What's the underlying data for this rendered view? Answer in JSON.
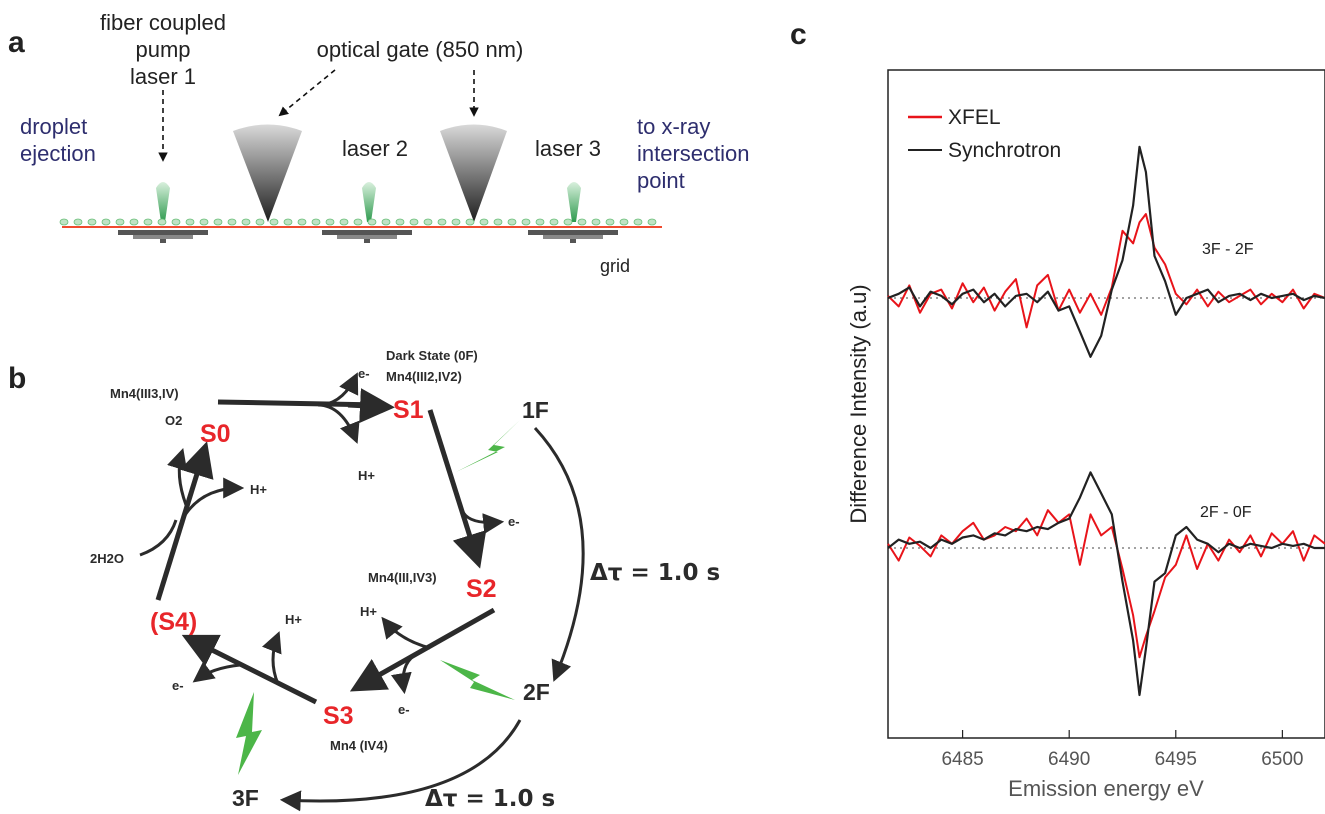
{
  "panels": {
    "a": "a",
    "b": "b",
    "c": "c"
  },
  "panel_a": {
    "pump_line1": "fiber coupled",
    "pump_line2": "pump",
    "pump_line3": "laser 1",
    "gate": "optical gate (850 nm)",
    "ejection_line1": "droplet",
    "ejection_line2": "ejection",
    "laser2": "laser 2",
    "laser3": "laser 3",
    "xray_line1": "to x-ray",
    "xray_line2": "intersection",
    "xray_line3": "point",
    "grid": "grid",
    "colors": {
      "label_blue": "#2e2e6e",
      "beam": "#f04a2e",
      "laser_green": "#3fae5a",
      "cone": "#3a3a3a"
    }
  },
  "panel_b": {
    "s0": "S0",
    "s1": "S1",
    "s2": "S2",
    "s3": "S3",
    "s4": "(S4)",
    "f1": "1F",
    "f2": "2F",
    "f3": "3F",
    "dt1": "Δτ = 1.0 s",
    "dt2": "Δτ = 1.0 s",
    "dark_state": "Dark State (0F)",
    "mn_s0": "Mn4(III3,IV)",
    "mn_s1": "Mn4(III2,IV2)",
    "mn_s2": "Mn4(III,IV3)",
    "mn_s3": "Mn4 (IV4)",
    "o2": "O2",
    "h2o": "2H2O",
    "h": "H+",
    "e": "e-",
    "colors": {
      "state_red": "#e8262a",
      "arrow": "#2b2b2b",
      "flash_green": "#4cb648"
    }
  },
  "chart_data": {
    "type": "line",
    "title": "",
    "xlabel": "Emission energy eV",
    "ylabel": "Difference Intensity (a.u)",
    "xlim": [
      6481.5,
      6502
    ],
    "xticks": [
      6485,
      6490,
      6495,
      6500
    ],
    "legend_position": "top-left",
    "series": [
      {
        "name": "XFEL",
        "color": "#e8141a"
      },
      {
        "name": "Synchrotron",
        "color": "#222222"
      }
    ],
    "traces": [
      {
        "label": "3F - 2F",
        "baseline": 0,
        "XFEL": {
          "x": [
            6481.5,
            6482,
            6482.5,
            6483,
            6483.5,
            6484,
            6484.5,
            6485,
            6485.5,
            6486,
            6486.5,
            6487,
            6487.5,
            6488,
            6488.5,
            6489,
            6489.5,
            6490,
            6490.5,
            6491,
            6491.5,
            6492,
            6492.5,
            6493,
            6493.3,
            6493.6,
            6494,
            6494.5,
            6495,
            6495.5,
            6496,
            6496.5,
            6497,
            6497.5,
            6498,
            6498.5,
            6499,
            6499.5,
            6500,
            6500.5,
            6501,
            6501.5,
            6502
          ],
          "y": [
            0.05,
            -0.2,
            0.3,
            -0.35,
            0.1,
            0.2,
            -0.25,
            0.35,
            -0.1,
            0.25,
            -0.3,
            0.15,
            0.45,
            -0.7,
            0.3,
            0.55,
            -0.3,
            0.2,
            -0.35,
            0.1,
            -0.4,
            0.25,
            1.6,
            1.3,
            1.8,
            2.0,
            1.2,
            0.8,
            0.1,
            -0.15,
            0.2,
            -0.2,
            0.15,
            -0.1,
            0.05,
            0.2,
            -0.15,
            0.1,
            -0.1,
            0.2,
            -0.25,
            0.1,
            0.0
          ]
        },
        "Synchrotron": {
          "x": [
            6481.5,
            6482,
            6482.5,
            6483,
            6483.5,
            6484,
            6484.5,
            6485,
            6485.5,
            6486,
            6486.5,
            6487,
            6487.5,
            6488,
            6488.5,
            6489,
            6489.5,
            6490,
            6490.5,
            6491,
            6491.5,
            6492,
            6492.5,
            6493,
            6493.3,
            6493.6,
            6494,
            6494.5,
            6495,
            6495.5,
            6496,
            6496.5,
            6497,
            6497.5,
            6498,
            6498.5,
            6499,
            6499.5,
            6500,
            6500.5,
            6501,
            6501.5,
            6502
          ],
          "y": [
            0.0,
            0.1,
            0.25,
            -0.2,
            0.15,
            0.05,
            -0.15,
            0.1,
            0.2,
            -0.1,
            0.1,
            -0.2,
            0.05,
            0.1,
            -0.1,
            0.15,
            -0.3,
            -0.2,
            -0.8,
            -1.4,
            -0.9,
            0.2,
            0.9,
            2.2,
            3.6,
            3.0,
            1.0,
            0.4,
            -0.4,
            0.0,
            0.1,
            0.2,
            -0.1,
            0.05,
            0.1,
            -0.05,
            0.1,
            0.0,
            0.05,
            0.1,
            -0.05,
            0.05,
            0.0
          ]
        }
      },
      {
        "label": "2F - 0F",
        "baseline": 0,
        "XFEL": {
          "x": [
            6481.5,
            6482,
            6482.5,
            6483,
            6483.5,
            6484,
            6484.5,
            6485,
            6485.5,
            6486,
            6486.5,
            6487,
            6487.5,
            6488,
            6488.5,
            6489,
            6489.5,
            6490,
            6490.5,
            6491,
            6491.5,
            6492,
            6492.5,
            6493,
            6493.3,
            6493.6,
            6494,
            6494.5,
            6495,
            6495.5,
            6496,
            6496.5,
            6497,
            6497.5,
            6498,
            6498.5,
            6499,
            6499.5,
            6500,
            6500.5,
            6501,
            6501.5,
            6502
          ],
          "y": [
            0.1,
            -0.3,
            0.25,
            0.05,
            -0.2,
            0.3,
            0.1,
            0.4,
            0.6,
            0.2,
            0.3,
            0.5,
            0.4,
            0.7,
            0.3,
            0.9,
            0.6,
            0.8,
            -0.4,
            0.8,
            0.3,
            0.5,
            -0.5,
            -1.6,
            -2.6,
            -2.1,
            -1.5,
            -0.7,
            -0.4,
            0.3,
            -0.5,
            0.1,
            -0.3,
            0.2,
            -0.1,
            0.3,
            -0.2,
            0.35,
            0.1,
            0.4,
            -0.3,
            0.3,
            0.1
          ]
        },
        "Synchrotron": {
          "x": [
            6481.5,
            6482,
            6482.5,
            6483,
            6483.5,
            6484,
            6484.5,
            6485,
            6485.5,
            6486,
            6486.5,
            6487,
            6487.5,
            6488,
            6488.5,
            6489,
            6489.5,
            6490,
            6490.5,
            6491,
            6491.5,
            6492,
            6492.5,
            6493,
            6493.3,
            6493.6,
            6494,
            6494.5,
            6495,
            6495.5,
            6496,
            6496.5,
            6497,
            6497.5,
            6498,
            6498.5,
            6499,
            6499.5,
            6500,
            6500.5,
            6501,
            6501.5,
            6502
          ],
          "y": [
            0.0,
            0.2,
            0.1,
            0.15,
            0.0,
            0.2,
            0.1,
            0.25,
            0.3,
            0.2,
            0.35,
            0.3,
            0.45,
            0.4,
            0.5,
            0.45,
            0.6,
            0.7,
            1.2,
            1.8,
            1.3,
            0.8,
            -0.8,
            -2.2,
            -3.5,
            -2.4,
            -0.8,
            -0.6,
            0.3,
            0.5,
            0.2,
            0.1,
            -0.1,
            0.1,
            0.0,
            0.1,
            0.05,
            0.0,
            0.1,
            0.05,
            0.1,
            0.0,
            0.0
          ]
        }
      }
    ]
  }
}
